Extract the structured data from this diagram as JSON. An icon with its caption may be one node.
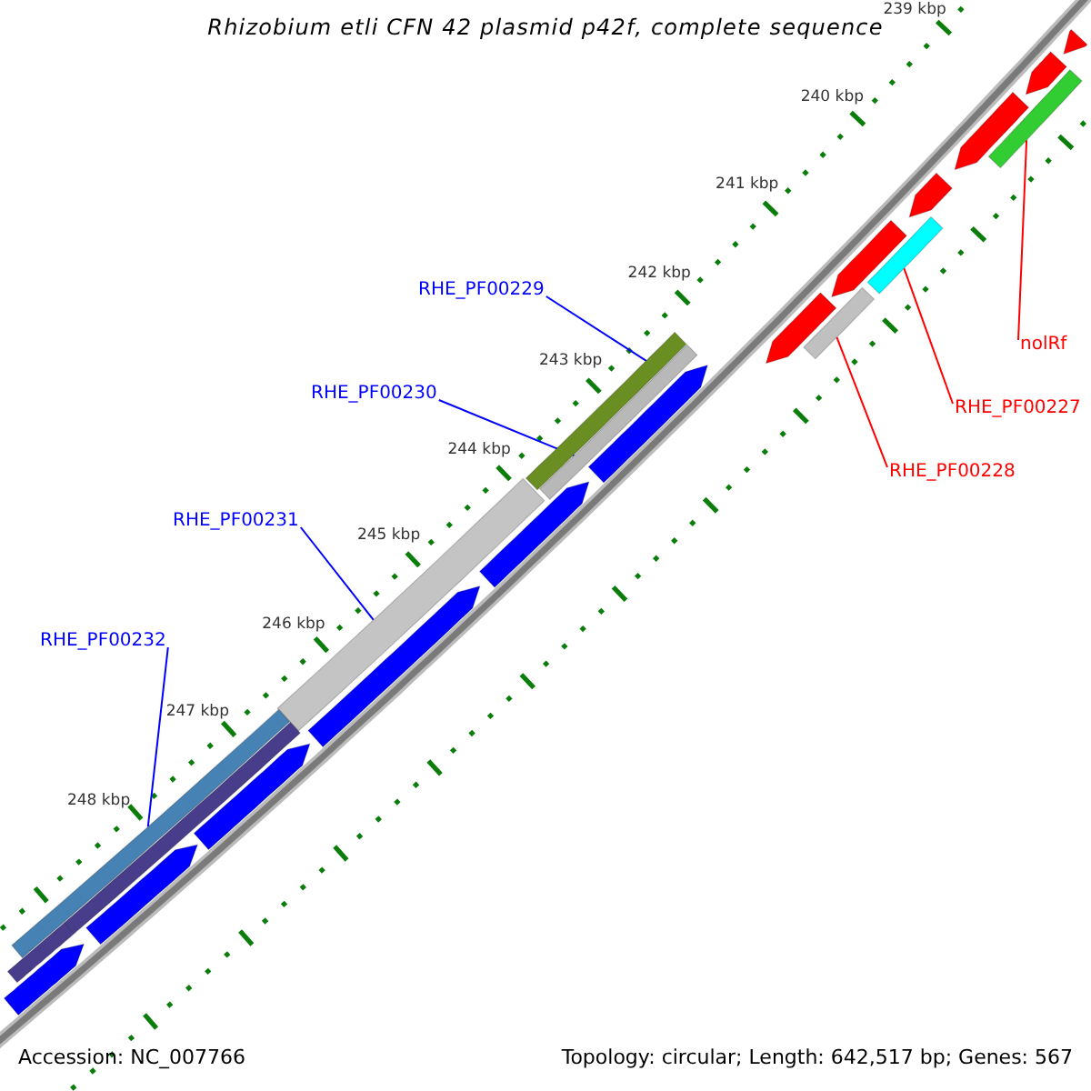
{
  "diagram": {
    "title": "Rhizobium etli CFN 42 plasmid p42f, complete sequence",
    "nodes": [
      {
        "text": [
          "RHE_PF00229"
        ]
      },
      {
        "text": [],
        "shape": "bar"
      },
      {
        "text": [
          "RHE_PF00230"
        ]
      },
      {
        "text": [],
        "shape": "bar"
      },
      {
        "text": [
          "RHE_PF00231"
        ]
      },
      {
        "text": [],
        "shape": "bar"
      },
      {
        "text": [
          "RHE_PF00232"
        ]
      },
      {
        "text": [],
        "shape": "bar"
      },
      {
        "text": [
          "nolRf"
        ]
      },
      {
        "text": [],
        "shape": "bar"
      },
      {
        "text": [
          "RHE_PF00227"
        ]
      },
      {
        "text": [],
        "shape": "bar"
      },
      {
        "text": [
          "RHE_PF00228"
        ]
      },
      {
        "text": [],
        "shape": "bar"
      },
      {
        "text": [],
        "shape": "bar"
      },
      {
        "text": [],
        "shape": "bar"
      },
      {
        "text": [],
        "shape": "bar"
      },
      {
        "text": [],
        "shape": "bar"
      },
      {
        "text": [],
        "shape": "bar"
      },
      {
        "text": [],
        "shape": "bar"
      },
      {
        "text": [],
        "shape": "bar"
      },
      {
        "text": [],
        "shape": "bar"
      },
      {
        "text": [],
        "shape": "bar"
      },
      {
        "text": [],
        "shape": "bar"
      },
      {
        "text": [],
        "shape": "bar"
      },
      {
        "text": [],
        "shape": "bar"
      },
      {
        "text": [],
        "shape": "bar"
      },
      {
        "text": [],
        "shape": "bar"
      }
    ],
    "edges": [
      {
        "from": 0,
        "to": 1,
        "arrow": "none"
      },
      {
        "from": 2,
        "to": 3,
        "arrow": "none"
      },
      {
        "from": 4,
        "to": 5,
        "arrow": "none"
      },
      {
        "from": 6,
        "to": 7,
        "arrow": "none"
      },
      {
        "from": 8,
        "to": 9,
        "arrow": "none",
        "color": "#ff0000"
      },
      {
        "from": 10,
        "to": 11,
        "arrow": "none",
        "color": "#ff0000"
      },
      {
        "from": 12,
        "to": 13,
        "arrow": "none",
        "color": "#ff0000"
      }
    ],
    "labels": [
      "239 kbp",
      "240 kbp",
      "241 kbp",
      "242 kbp",
      "243 kbp",
      "244 kbp",
      "245 kbp",
      "246 kbp",
      "247 kbp",
      "248 kbp",
      "Accession: NC_007766",
      "Topology: circular; Length: 642,517 bp; Genes: 567"
    ]
  }
}
